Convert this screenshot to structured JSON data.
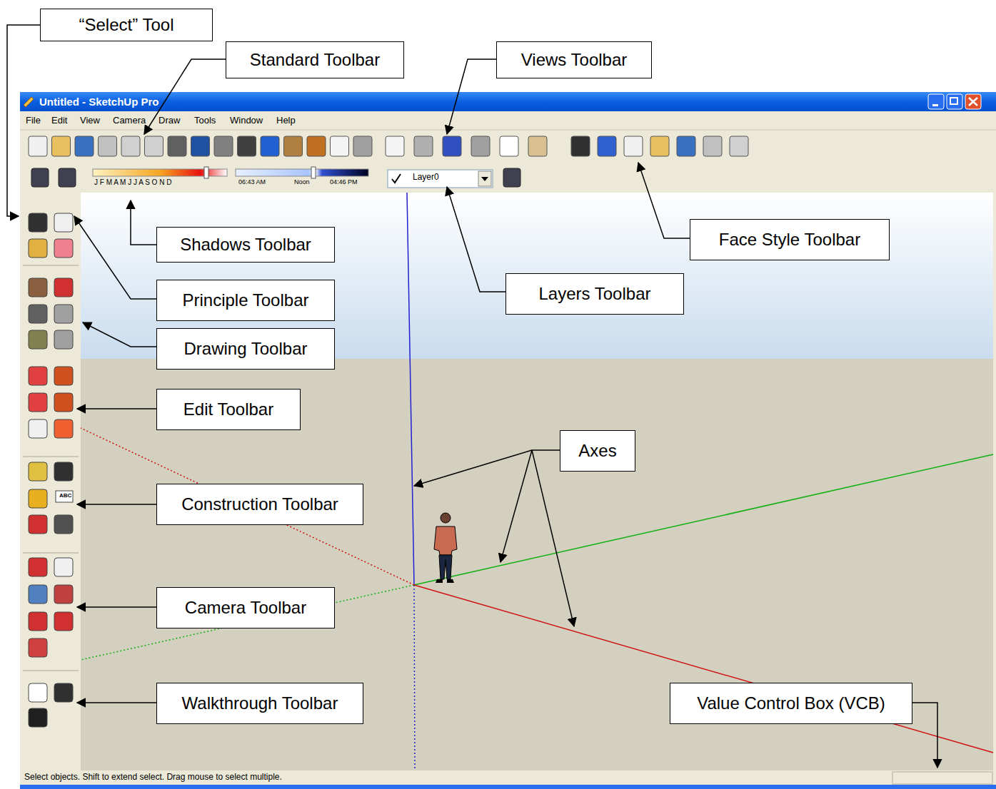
{
  "diagram": {
    "nodes": [
      {
        "text": [
          "“Select” Tool"
        ]
      },
      {
        "text": [
          "Standard Toolbar"
        ]
      },
      {
        "text": [
          "Views Toolbar"
        ]
      },
      {
        "text": [
          "Shadows Toolbar"
        ]
      },
      {
        "text": [
          "Principle Toolbar"
        ]
      },
      {
        "text": [
          "Drawing Toolbar"
        ]
      },
      {
        "text": [
          "Edit Toolbar"
        ]
      },
      {
        "text": [
          "Construction Toolbar"
        ]
      },
      {
        "text": [
          "Camera Toolbar"
        ]
      },
      {
        "text": [
          "Walkthrough Toolbar"
        ]
      },
      {
        "text": [
          "Face Style Toolbar"
        ]
      },
      {
        "text": [
          "Layers Toolbar"
        ]
      },
      {
        "text": [
          "Axes"
        ]
      },
      {
        "text": [
          "Value Control Box (VCB)"
        ]
      }
    ],
    "labels": [
      "Untitled - SketchUp Pro",
      "File",
      "Edit",
      "View",
      "Camera",
      "Draw",
      "Tools",
      "Window",
      "Help",
      "J F M A M J J A S O N D",
      "06:43 AM",
      "Noon",
      "04:46 PM",
      "Layer0",
      "ABC",
      "Select objects. Shift to extend select. Drag mouse to select multiple."
    ]
  }
}
